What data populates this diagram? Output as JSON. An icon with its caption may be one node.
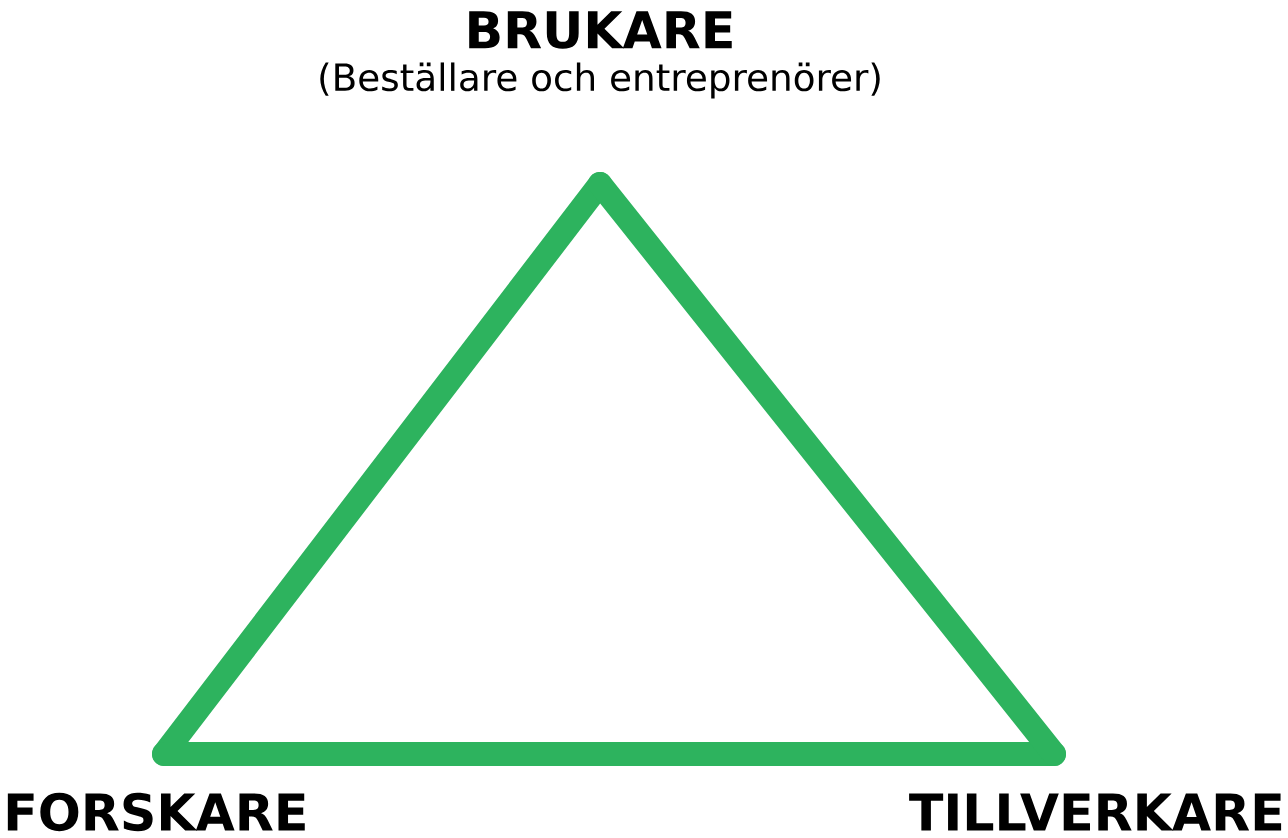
{
  "diagram": {
    "nodes": [
      {
        "text": [
          "BRUKARE",
          "(Beställare och entreprenörer)"
        ]
      },
      {
        "text": [
          "FORSKARE"
        ]
      },
      {
        "text": [
          "TILLVERKARE"
        ]
      }
    ],
    "edges": [
      {
        "from": 0,
        "to": 1,
        "arrow": "none"
      },
      {
        "from": 1,
        "to": 2,
        "arrow": "none"
      },
      {
        "from": 2,
        "to": 0,
        "arrow": "none"
      }
    ]
  }
}
